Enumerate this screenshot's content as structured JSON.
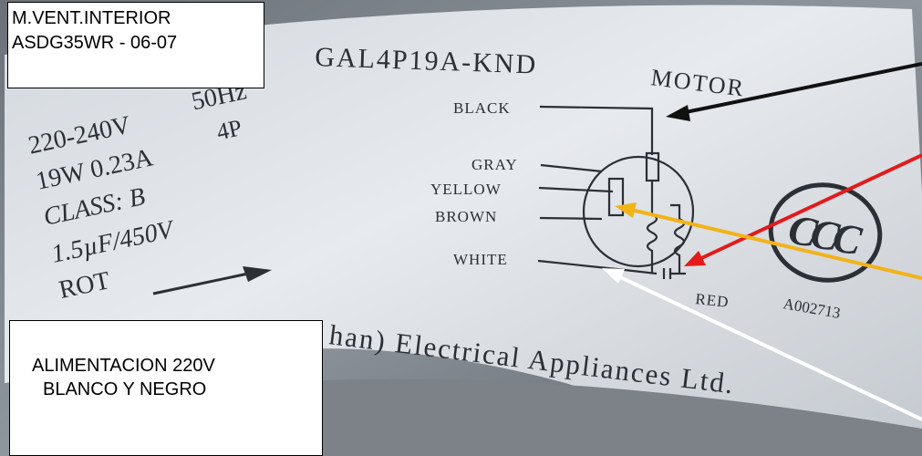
{
  "callout_top": {
    "line1": "M.VENT.INTERIOR",
    "line2": "ASDG35WR - 06-07"
  },
  "callout_bottom": {
    "line1": "ALIMENTACION  220V",
    "line2": "BLANCO Y NEGRO"
  },
  "label": {
    "model": "GAL4P19A-KND",
    "type": "MOTOR",
    "specs": [
      "220-240V",
      "50Hz",
      "19W 0.23A",
      "4P",
      "CLASS: B",
      "1.5µF/450V",
      "ROT"
    ],
    "wires": [
      "BLACK",
      "GRAY",
      "YELLOW",
      "BROWN",
      "WHITE",
      "RED"
    ],
    "manufacturer_fragment": "han) Electrical Appliances Ltd.",
    "cert_code": "A002713",
    "cert_mark": "CCC"
  },
  "colors": {
    "arrow_black": "#111111",
    "arrow_red": "#e31b1b",
    "arrow_orange": "#f2b319",
    "arrow_white": "#ffffff"
  }
}
